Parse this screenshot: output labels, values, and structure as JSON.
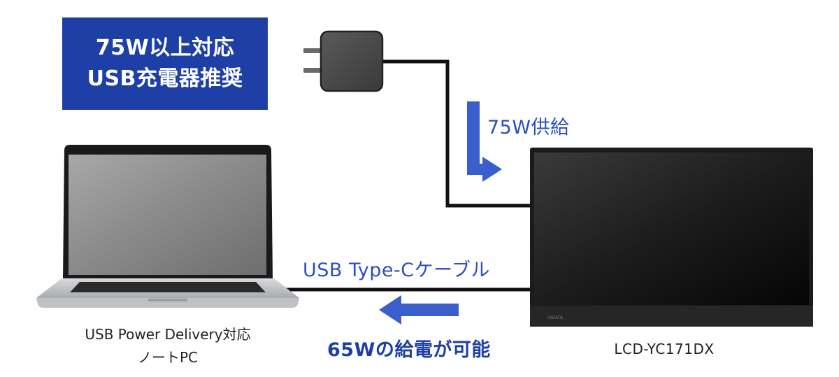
{
  "recommendation": {
    "line1": "75W以上対応",
    "line2": "USB充電器推奨"
  },
  "supply_label": "75W供給",
  "cable_label": "USB Type-Cケーブル",
  "charge_label": "65Wの給電が可能",
  "laptop_label": {
    "line1": "USB Power Delivery対応",
    "line2": "ノートPC"
  },
  "monitor_label": "LCD-YC171DX",
  "monitor_brand": "IODATA",
  "colors": {
    "box_blue": "#1d3fa6",
    "arrow_blue": "#3a5fcd",
    "label_blue": "#2b4fc0",
    "cable": "#111111"
  },
  "icons": {
    "charger": "charger-icon",
    "laptop": "laptop-icon",
    "monitor": "monitor-icon"
  }
}
